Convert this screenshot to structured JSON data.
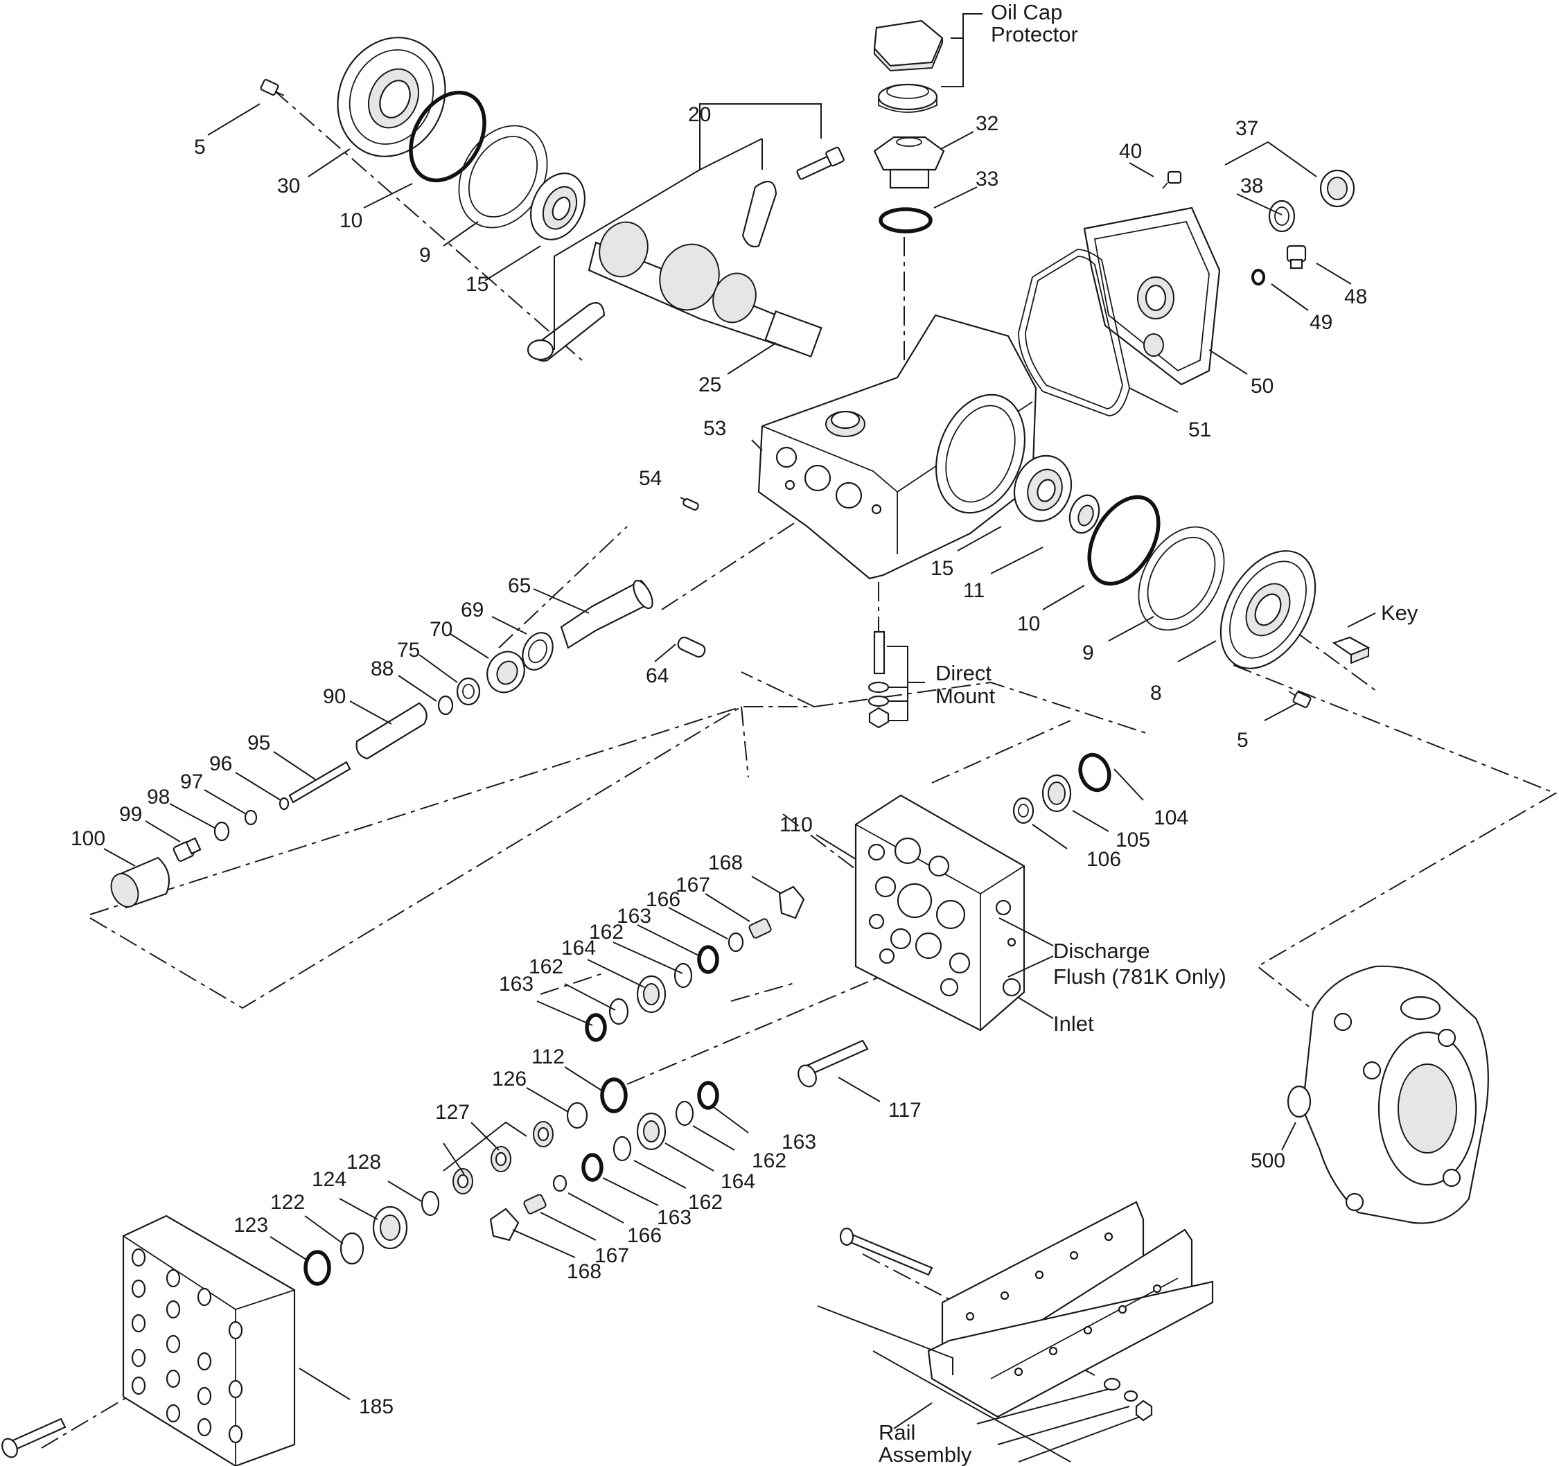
{
  "diagram": {
    "callouts": [
      {
        "id": "c5a",
        "text": "5"
      },
      {
        "id": "c30",
        "text": "30"
      },
      {
        "id": "c10a",
        "text": "10"
      },
      {
        "id": "c9a",
        "text": "9"
      },
      {
        "id": "c15a",
        "text": "15"
      },
      {
        "id": "c20",
        "text": "20"
      },
      {
        "id": "c25",
        "text": "25"
      },
      {
        "id": "c32",
        "text": "32"
      },
      {
        "id": "c33",
        "text": "33"
      },
      {
        "id": "c40",
        "text": "40"
      },
      {
        "id": "c37",
        "text": "37"
      },
      {
        "id": "c38",
        "text": "38"
      },
      {
        "id": "c48",
        "text": "48"
      },
      {
        "id": "c49",
        "text": "49"
      },
      {
        "id": "c50",
        "text": "50"
      },
      {
        "id": "c51",
        "text": "51"
      },
      {
        "id": "c53",
        "text": "53"
      },
      {
        "id": "c54",
        "text": "54"
      },
      {
        "id": "c15b",
        "text": "15"
      },
      {
        "id": "c11",
        "text": "11"
      },
      {
        "id": "c10b",
        "text": "10"
      },
      {
        "id": "c9b",
        "text": "9"
      },
      {
        "id": "c8",
        "text": "8"
      },
      {
        "id": "c5b",
        "text": "5"
      },
      {
        "id": "c65",
        "text": "65"
      },
      {
        "id": "c69",
        "text": "69"
      },
      {
        "id": "c70",
        "text": "70"
      },
      {
        "id": "c64",
        "text": "64"
      },
      {
        "id": "c75",
        "text": "75"
      },
      {
        "id": "c88",
        "text": "88"
      },
      {
        "id": "c90",
        "text": "90"
      },
      {
        "id": "c95",
        "text": "95"
      },
      {
        "id": "c96",
        "text": "96"
      },
      {
        "id": "c97",
        "text": "97"
      },
      {
        "id": "c98",
        "text": "98"
      },
      {
        "id": "c99",
        "text": "99"
      },
      {
        "id": "c100",
        "text": "100"
      },
      {
        "id": "c110",
        "text": "110"
      },
      {
        "id": "c104",
        "text": "104"
      },
      {
        "id": "c105",
        "text": "105"
      },
      {
        "id": "c106",
        "text": "106"
      },
      {
        "id": "c168a",
        "text": "168"
      },
      {
        "id": "c167a",
        "text": "167"
      },
      {
        "id": "c166a",
        "text": "166"
      },
      {
        "id": "c163a",
        "text": "163"
      },
      {
        "id": "c162a",
        "text": "162"
      },
      {
        "id": "c164a",
        "text": "164"
      },
      {
        "id": "c162b",
        "text": "162"
      },
      {
        "id": "c163b",
        "text": "163"
      },
      {
        "id": "c112",
        "text": "112"
      },
      {
        "id": "c126",
        "text": "126"
      },
      {
        "id": "c127",
        "text": "127"
      },
      {
        "id": "c128",
        "text": "128"
      },
      {
        "id": "c124",
        "text": "124"
      },
      {
        "id": "c122",
        "text": "122"
      },
      {
        "id": "c123",
        "text": "123"
      },
      {
        "id": "c117",
        "text": "117"
      },
      {
        "id": "c163c",
        "text": "163"
      },
      {
        "id": "c162c",
        "text": "162"
      },
      {
        "id": "c164b",
        "text": "164"
      },
      {
        "id": "c162d",
        "text": "162"
      },
      {
        "id": "c163d",
        "text": "163"
      },
      {
        "id": "c166b",
        "text": "166"
      },
      {
        "id": "c167b",
        "text": "167"
      },
      {
        "id": "c168b",
        "text": "168"
      },
      {
        "id": "c500",
        "text": "500"
      },
      {
        "id": "c185",
        "text": "185"
      }
    ],
    "notes": {
      "oil_cap_line1": "Oil Cap",
      "oil_cap_line2": "Protector",
      "key": "Key",
      "direct_mount_line1": "Direct",
      "direct_mount_line2": "Mount",
      "discharge": "Discharge",
      "flush": "Flush (781K Only)",
      "inlet": "Inlet",
      "rail_line1": "Rail",
      "rail_line2": "Assembly"
    }
  }
}
